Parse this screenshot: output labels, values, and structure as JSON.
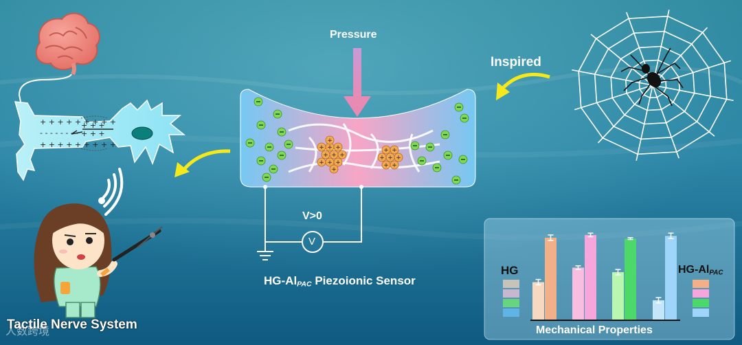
{
  "labels": {
    "pressure": "Pressure",
    "inspired": "Inspired",
    "voltage": "V>0",
    "voltmeter": "V",
    "sensor_title_main": "HG-Al",
    "sensor_title_sub": "PAC",
    "sensor_title_rest": " Piezoionic Sensor",
    "tactile": "Tactile Nerve System"
  },
  "chart_data": {
    "type": "bar",
    "xlabel": "Mechanical Properties",
    "legend_left": "HG",
    "legend_right_main": "HG-Al",
    "legend_right_sub": "PAC",
    "categories": [
      "",
      "",
      "",
      ""
    ],
    "series": [
      {
        "name": "HG",
        "values": [
          0.42,
          0.58,
          0.53,
          0.22
        ],
        "errors": [
          0.03,
          0.02,
          0.03,
          0.03
        ]
      },
      {
        "name": "HG-Al PAC",
        "values": [
          0.91,
          0.94,
          0.9,
          0.93
        ],
        "errors": [
          0.03,
          0.02,
          0.01,
          0.03
        ]
      }
    ],
    "colors_hg": [
      "#f7d9c2",
      "#f9bde0",
      "#b9f7b0",
      "#c4e6fb"
    ],
    "colors_pac": [
      "#f3b088",
      "#f7a6dc",
      "#4cd96a",
      "#9fd4fb"
    ],
    "legend_left_colors": [
      "#c7c3ba",
      "#c9b6cf",
      "#67d47e",
      "#5fb3e6"
    ],
    "ylim": [
      0,
      1
    ]
  },
  "watermark": "人数跨境",
  "colors": {
    "water_top": "#2f8aa0",
    "water_bottom": "#105d82",
    "sensor_blue": "#74c8f3",
    "sensor_pink": "#f7a5c6",
    "ion_green": "#7ed957",
    "ion_orange": "#f4a953",
    "arrow_yellow": "#f5e91c",
    "arrow_pink": "#e88bb4"
  }
}
